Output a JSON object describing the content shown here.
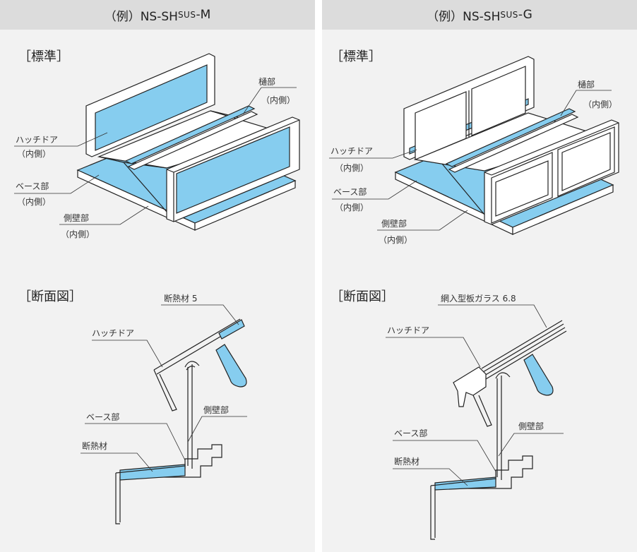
{
  "panels": [
    {
      "header_prefix": "（例）NS-SH",
      "header_sub": "SUS",
      "header_suffix": "-M",
      "section_standard": "［標準］",
      "section_cross": "［断面図］",
      "iso_labels": {
        "gutter": "樋部",
        "gutter_inner": "（内側）",
        "hatch": "ハッチドア",
        "hatch_inner": "（内側）",
        "base": "ベース部",
        "base_inner": "（内側）",
        "side": "側壁部",
        "side_inner": "（内側）"
      },
      "cross_labels": {
        "top": "断熱材 5",
        "hatch": "ハッチドア",
        "base": "ベース部",
        "side": "側壁部",
        "insulation": "断熱材"
      }
    },
    {
      "header_prefix": "（例）NS-SH",
      "header_sub": "SUS",
      "header_suffix": "-G",
      "section_standard": "［標準］",
      "section_cross": "［断面図］",
      "iso_labels": {
        "gutter": "樋部",
        "gutter_inner": "（内側）",
        "hatch": "ハッチドア",
        "hatch_inner": "（内側）",
        "base": "ベース部",
        "base_inner": "（内側）",
        "side": "側壁部",
        "side_inner": "（内側）"
      },
      "cross_labels": {
        "top": "網入型板ガラス 6.8",
        "hatch": "ハッチドア",
        "base": "ベース部",
        "side": "側壁部",
        "insulation": "断熱材"
      }
    }
  ],
  "colors": {
    "accent_blue": "#86cdef",
    "panel_bg": "#f2f2f2",
    "header_bg": "#dcdcdc"
  }
}
